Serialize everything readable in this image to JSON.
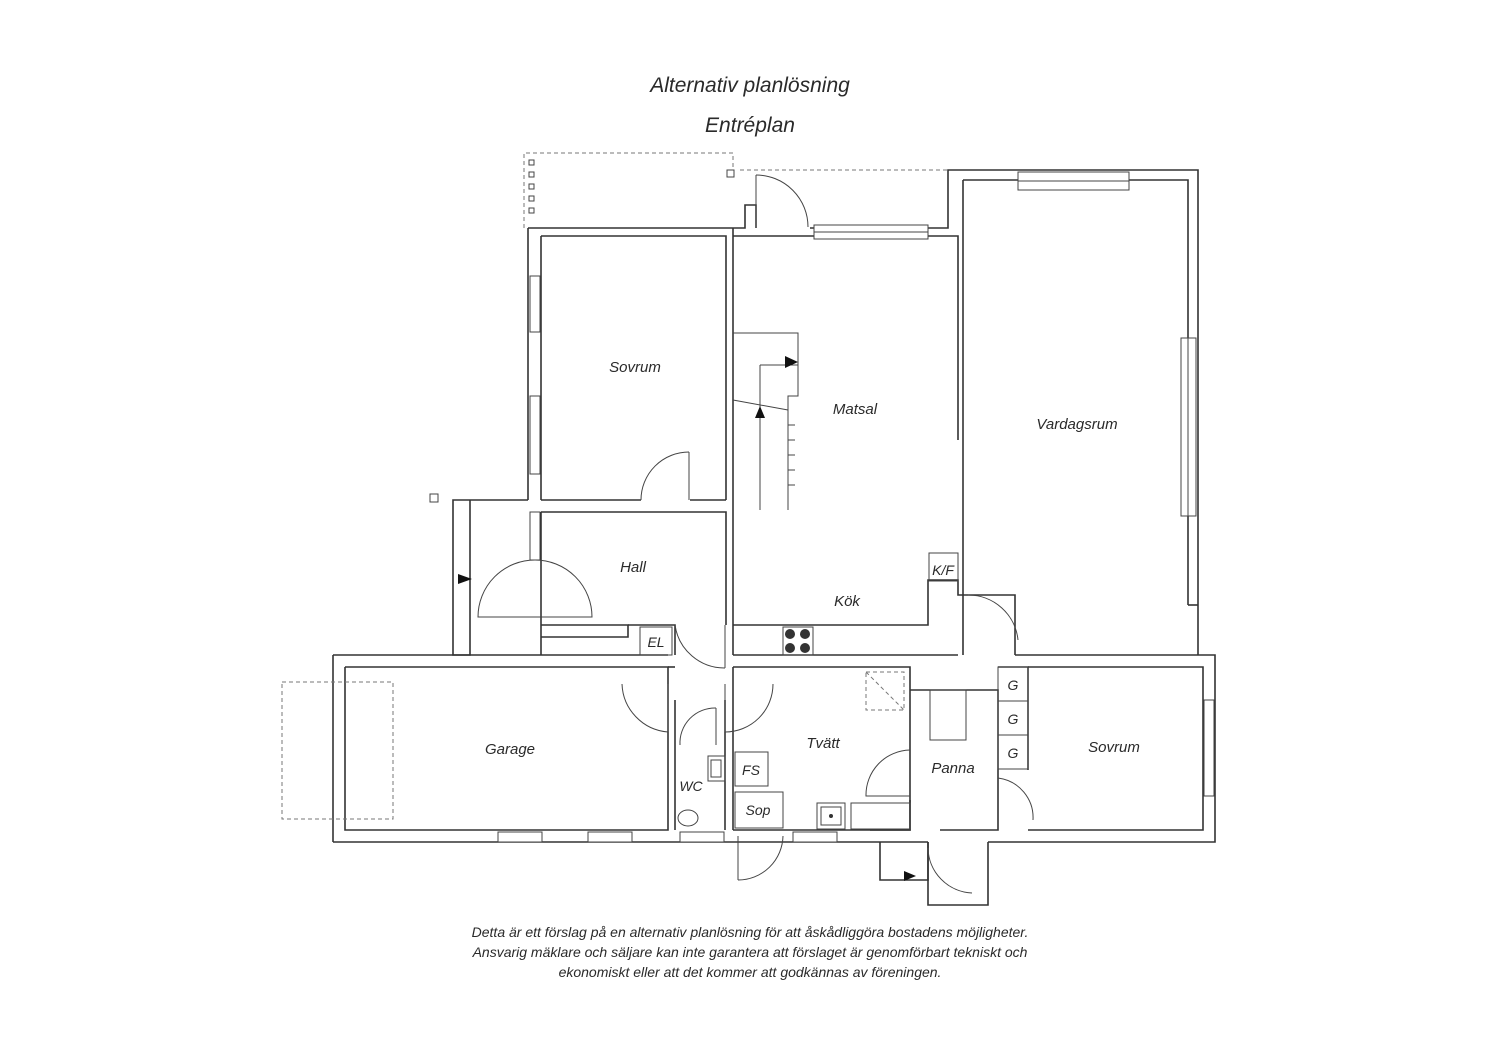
{
  "header": {
    "title": "Alternativ planlösning",
    "subtitle": "Entréplan"
  },
  "rooms": {
    "sovrum_top": "Sovrum",
    "matsal": "Matsal",
    "vardagsrum": "Vardagsrum",
    "hall": "Hall",
    "kok": "Kök",
    "kf": "K/F",
    "el": "EL",
    "garage": "Garage",
    "tvatt": "Tvätt",
    "fs": "FS",
    "sop": "Sop",
    "wc": "WC",
    "panna": "Panna",
    "sovrum_bottom": "Sovrum",
    "g1": "G",
    "g2": "G",
    "g3": "G"
  },
  "disclaimer": {
    "line1": "Detta är ett förslag på en alternativ planlösning för att åskådliggöra bostadens möjligheter.",
    "line2": "Ansvarig mäklare och säljare kan inte garantera att förslaget är genomförbart tekniskt och",
    "line3": "ekonomiskt eller att det kommer att godkännas av föreningen."
  }
}
